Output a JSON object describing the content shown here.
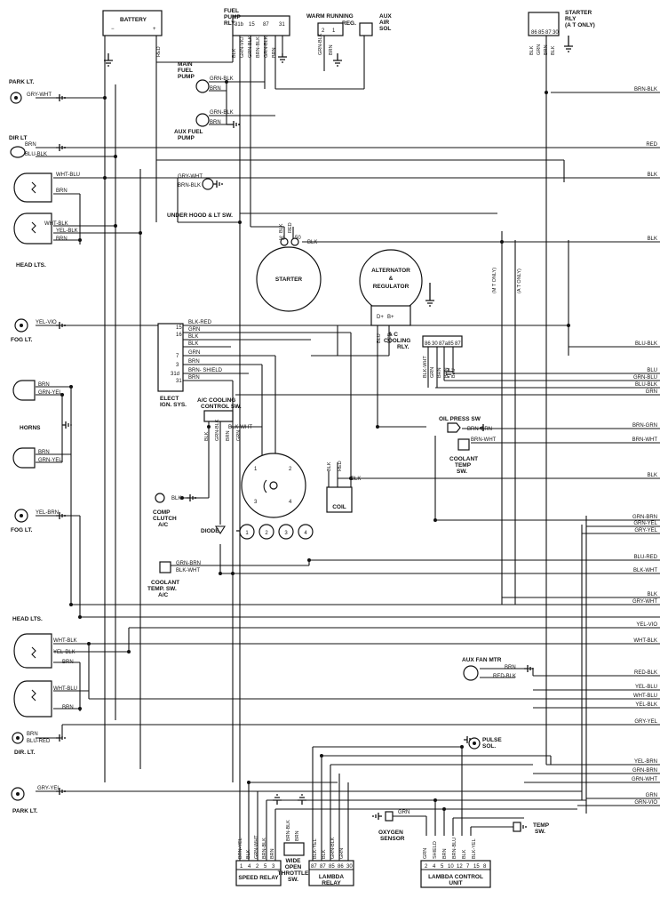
{
  "components": {
    "battery": "BATTERY",
    "fuel_pump_rly": [
      "FUEL",
      "PUMP",
      "RLY."
    ],
    "warm_running_reg": [
      "WARM RUNNING",
      "REG."
    ],
    "aux_air_sol": [
      "AUX",
      "AIR",
      "SOL"
    ],
    "starter_rly": [
      "STARTER",
      "RLY",
      "(A T ONLY)"
    ],
    "main_fuel_pump": [
      "MAIN",
      "FUEL",
      "PUMP"
    ],
    "aux_fuel_pump": [
      "AUX FUEL",
      "PUMP"
    ],
    "park_lt": "PARK LT.",
    "dir_lt": "DIR LT",
    "head_lts": "HEAD LTS.",
    "under_hood_lt_sw": "UNDER HOOD & LT SW.",
    "starter": "STARTER",
    "alternator": [
      "ALTERNATOR",
      "&",
      "REGULATOR"
    ],
    "fog_lt": "FOG LT.",
    "elect_ign_sys": [
      "ELECT",
      "IGN. SYS."
    ],
    "ac_cooling_rly": [
      "A C",
      "COOLING",
      "RLY."
    ],
    "horns": "HORNS",
    "ac_cooling_control_sw": [
      "A/C COOLING",
      "CONTROL SW."
    ],
    "oil_press_sw": "OIL PRESS SW",
    "coolant_temp_sw": [
      "COOLANT",
      "TEMP",
      "SW."
    ],
    "comp_clutch": [
      "COMP",
      "CLUTCH",
      "A/C"
    ],
    "diode": "DIODE",
    "coil": "COIL",
    "coolant_temp_sw_ac": [
      "COOLANT",
      "TEMP. SW.",
      "A/C"
    ],
    "aux_fan_mtr": "AUX FAN MTR",
    "dir_lt_lower": "DIR. LT.",
    "pulse_sol": [
      "PULSE",
      "SOL."
    ],
    "park_lt_lower": "PARK LT.",
    "oxygen_sensor": [
      "OXYGEN",
      "SENSOR"
    ],
    "temp_sw": [
      "TEMP",
      "SW."
    ],
    "speed_relay": "SPEED RELAY",
    "wide_open_throttle_sw": [
      "WIDE",
      "OPEN",
      "THROTTLE",
      "SW."
    ],
    "lambda_relay": [
      "LAMBDA",
      "RELAY"
    ],
    "lambda_control_unit": [
      "LAMBDA CONTROL",
      "UNIT"
    ],
    "m_t_only": "(M T ONLY)",
    "a_t_only": "(A T ONLY)"
  },
  "right_edge_labels": [
    "BRN-BLK",
    "RED",
    "BLK",
    "BLK",
    "BLU-BLK",
    "BLU",
    "GRN-BLU",
    "BLU-BLK",
    "GRN",
    "BRN-GRN",
    "BRN-WHT",
    "BLK",
    "GRN-BRN",
    "GRN-YEL",
    "GRY-YEL",
    "BLU-RED",
    "BLK-WHT",
    "BLK",
    "GRY-WHT",
    "YEL-VIO",
    "WHT-BLK",
    "RED-BLK",
    "YEL-BLU",
    "WHT-BLU",
    "YEL-BLK",
    "GRY-YEL",
    "YEL-BRN",
    "GRN-BRN",
    "GRN-WHT",
    "GRN",
    "GRN-VIO"
  ],
  "wire_labels": {
    "park_gry_wht": "GRY-WHT",
    "dir_brn": "BRN",
    "dir_blu_blk": "BLU-BLK",
    "head_wht_blu": "WHT-BLU",
    "head_brn": "BRN",
    "head_wht_blk": "WHT-BLK",
    "head_yel_blk": "YEL-BLK",
    "head_brn2": "BRN",
    "fog_yel_vio": "YEL-VIO",
    "horn_brn": "BRN",
    "horn_grn_yel": "GRN-YEL",
    "horn_brn2": "BRN",
    "horn_grn_yel2": "GRN-YEL",
    "fog_yel_brn": "YEL-BRN",
    "h2_wht_blk": "WHT-BLK",
    "h2_yel_blk": "YEL-BLK",
    "h2_brn": "BRN",
    "h2_wht_blu": "WHT-BLU",
    "h2_brn2": "BRN",
    "dir2_brn": "BRN",
    "dir2_blu_red": "BLU-RED",
    "park2_gry_yel": "GRY-YEL",
    "fp_grn_blk": "GRN-BLK",
    "fp_brn": "BRN",
    "afp_grn_blk": "GRN-BLK",
    "afp_brn": "BRN",
    "uh_gry_wht": "GRY-WHT",
    "uh_brn_blk": "BRN-BLK",
    "ign_blk_red": "BLK-RED",
    "ign_grn": "GRN",
    "ign_blk": "BLK",
    "ign_blk2": "BLK",
    "ign_grn2": "GRN",
    "ign_brn": "BRN",
    "ign_brn_shield": "BRN- SHIELD",
    "ign_brn2": "BRN",
    "ac_blk_wht": "BLK-WHT",
    "comp_blk": "BLK",
    "cts_grn_brn": "GRN-BRN",
    "cts_blk_wht": "BLK-WHT",
    "oil_brn_grn": "BRN-GRN",
    "ct_brn_wht": "BRN-WHT",
    "coil_blk": "BLK",
    "aux_brn": "BRN",
    "aux_red_blk": "RED-BLK",
    "st_50_blk": "BLK",
    "oxy_grn": "GRN",
    "batt_red": "RED",
    "alt_blu": "BLU",
    "alt_red": "RED"
  },
  "terminals": {
    "fuel_pump_rly": [
      "31b",
      "15",
      "87",
      "31"
    ],
    "warm_reg": [
      "2",
      "1"
    ],
    "starter_rly": [
      "86",
      "85",
      "87",
      "30"
    ],
    "starter": [
      "30",
      "50"
    ],
    "alternator": [
      "D+",
      "B+"
    ],
    "ign": [
      "15",
      "16",
      "7",
      "3",
      "31d",
      "31"
    ],
    "ac_rly": [
      "86",
      "30",
      "87a",
      "85",
      "87"
    ],
    "distributor": [
      "1",
      "2",
      "3",
      "4"
    ],
    "cylinders": [
      "1",
      "2",
      "3",
      "4"
    ],
    "speed_relay": [
      "1",
      "4",
      "2",
      "5",
      "3"
    ],
    "lambda_relay": [
      "87",
      "87",
      "85",
      "86",
      "30"
    ],
    "lambda_unit": [
      "2",
      "4",
      "5",
      "10",
      "12",
      "7",
      "15",
      "8"
    ]
  },
  "vertical_labels": {
    "fp_wires": [
      "BLK",
      "GRN-VIO",
      "GRN-BLK",
      "BRN-BLK",
      "GRN-BLK",
      "BRN"
    ],
    "warm_wires": [
      "GRN-BLK",
      "BRN"
    ],
    "starter_rly_wires": [
      "BLK",
      "GRN",
      "BRN",
      "BLK"
    ],
    "starter_top": [
      "BLK",
      "RED"
    ],
    "ac_rly_wires": [
      "BLK-WHT",
      "GRN",
      "BRN",
      "BRN",
      "BLU"
    ],
    "ac_sw_wires": [
      "BLK",
      "GRN-BLK",
      "BRN",
      "GRN"
    ],
    "coil_wires": [
      "BLK",
      "RED"
    ],
    "speed_wires": [
      "BRN-YEL",
      "BLK",
      "GRN-WHT",
      "BRN-BLK",
      "BRN"
    ],
    "wot_wires": [
      "BRN-BLK",
      "BRN"
    ],
    "lambda_wires": [
      "BLK-YEL",
      "BLK",
      "GRN-BLK",
      "GRN"
    ],
    "lcu_wires": [
      "GRN",
      "SHIELD",
      "BRN",
      "BRN-BLU",
      "BLK",
      "BLK-YEL"
    ]
  },
  "colors": {
    "ink": "#111111",
    "paper": "#ffffff"
  }
}
